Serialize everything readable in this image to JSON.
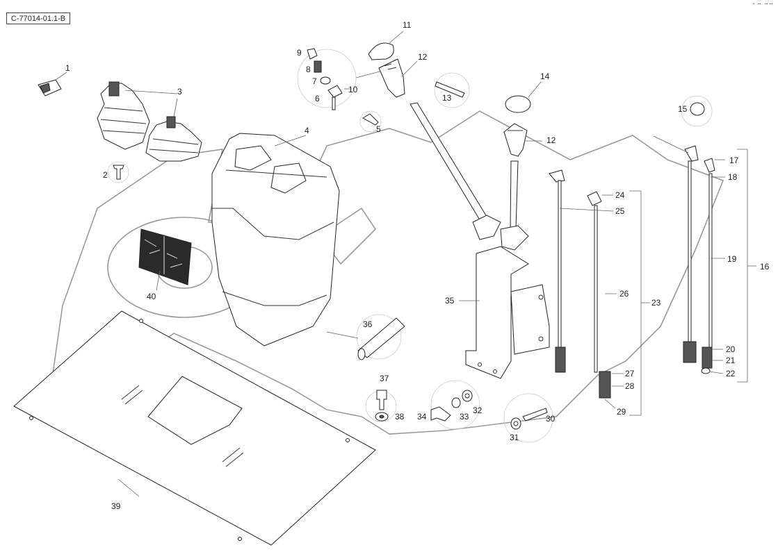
{
  "drawing_code": "C-77014-01.1-B",
  "corner_mark": "⠂⠒ ⠒⠒",
  "callouts": {
    "p1": "1",
    "p2": "2",
    "p3": "3",
    "p4": "4",
    "p5": "5",
    "p6": "6",
    "p7": "7",
    "p8": "8",
    "p9": "9",
    "p10": "10",
    "p11": "11",
    "p12a": "12",
    "p12b": "12",
    "p13": "13",
    "p14": "14",
    "p15": "15",
    "p16": "16",
    "p17": "17",
    "p18": "18",
    "p19": "19",
    "p20": "20",
    "p21": "21",
    "p22": "22",
    "p23": "23",
    "p24": "24",
    "p25": "25",
    "p26": "26",
    "p27": "27",
    "p28": "28",
    "p29": "29",
    "p30": "30",
    "p31": "31",
    "p32": "32",
    "p33": "33",
    "p34": "34",
    "p35": "35",
    "p36": "36",
    "p37": "37",
    "p38": "38",
    "p39": "39",
    "p40": "40"
  }
}
